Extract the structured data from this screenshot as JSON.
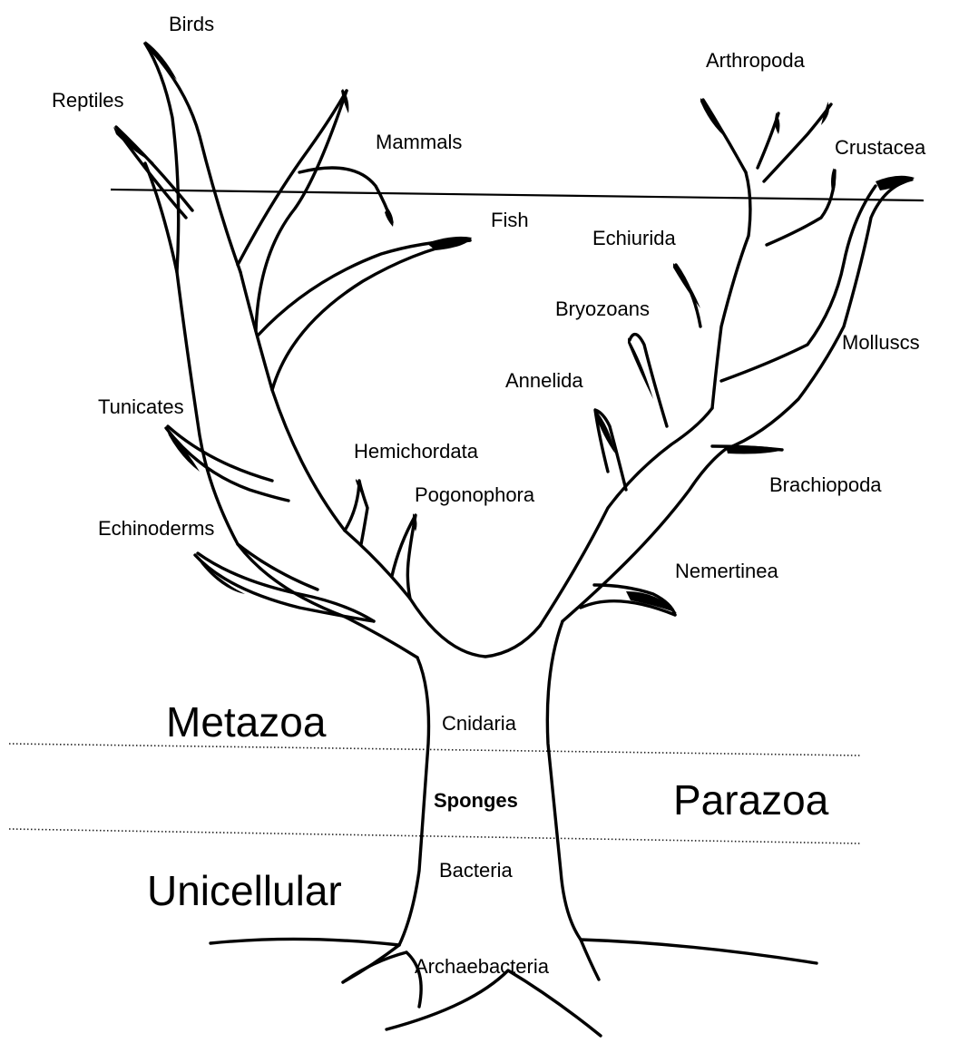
{
  "regions": {
    "metazoa": "Metazoa",
    "parazoa": "Parazoa",
    "unicellular": "Unicellular"
  },
  "trunk": {
    "cnidaria": "Cnidaria",
    "sponges": "Sponges",
    "bacteria": "Bacteria",
    "archaebacteria": "Archaebacteria"
  },
  "branches": {
    "birds": "Birds",
    "reptiles": "Reptiles",
    "mammals": "Mammals",
    "fish": "Fish",
    "tunicates": "Tunicates",
    "echinoderms": "Echinoderms",
    "hemichordata": "Hemichordata",
    "pogonophora": "Pogonophora",
    "arthropoda": "Arthropoda",
    "crustacea": "Crustacea",
    "echiurida": "Echiurida",
    "bryozoans": "Bryozoans",
    "molluscs": "Molluscs",
    "annelida": "Annelida",
    "brachiopoda": "Brachiopoda",
    "nemertinea": "Nemertinea"
  }
}
